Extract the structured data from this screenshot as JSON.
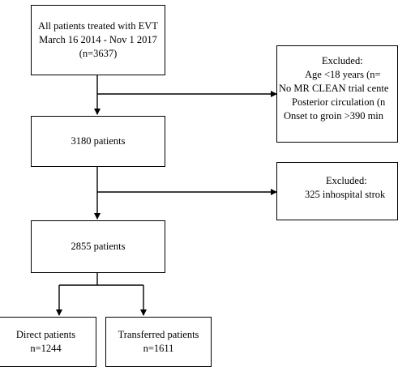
{
  "boxes": {
    "start": {
      "lines": [
        "All patients treated with EVT",
        "March 16 2014 - Nov 1 2017",
        "(n=3637)"
      ]
    },
    "excluded1": {
      "lines": [
        "Excluded:",
        "Age <18 years (n=",
        "No MR CLEAN trial cente",
        "Posterior circulation (n",
        "Onset to groin >390 min"
      ]
    },
    "step2": {
      "lines": [
        "3180 patients"
      ]
    },
    "excluded2": {
      "lines": [
        "Excluded:",
        "325 inhospital strok"
      ]
    },
    "step3": {
      "lines": [
        "2855 patients"
      ]
    },
    "direct": {
      "lines": [
        "Direct patients",
        "n=1244"
      ]
    },
    "transferred": {
      "lines": [
        "Transferred patients",
        "n=1611"
      ]
    }
  }
}
